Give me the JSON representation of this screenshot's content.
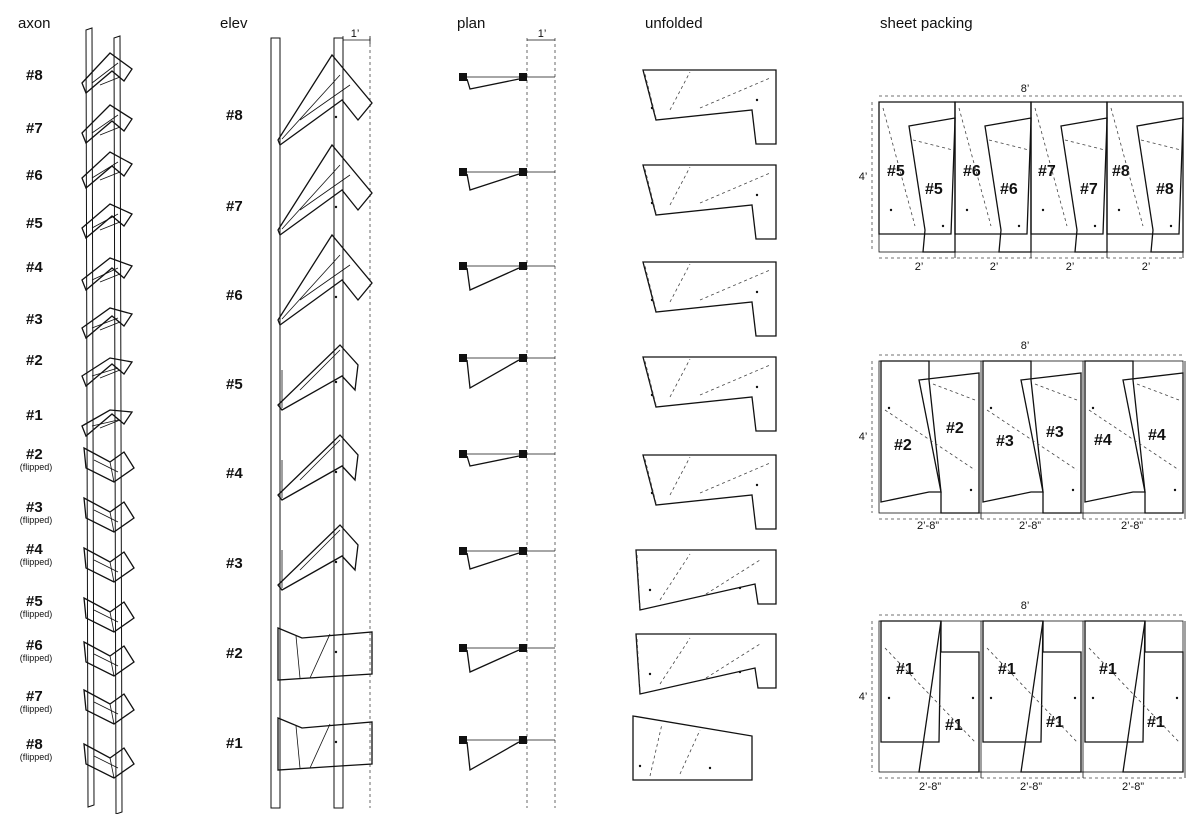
{
  "headers": {
    "axon": "axon",
    "elev": "elev",
    "plan": "plan",
    "unfolded": "unfolded",
    "sheet_packing": "sheet packing"
  },
  "axon_labels": [
    {
      "label": "#8",
      "sub": ""
    },
    {
      "label": "#7",
      "sub": ""
    },
    {
      "label": "#6",
      "sub": ""
    },
    {
      "label": "#5",
      "sub": ""
    },
    {
      "label": "#4",
      "sub": ""
    },
    {
      "label": "#3",
      "sub": ""
    },
    {
      "label": "#2",
      "sub": ""
    },
    {
      "label": "#1",
      "sub": ""
    },
    {
      "label": "#2",
      "sub": "(flipped)"
    },
    {
      "label": "#3",
      "sub": "(flipped)"
    },
    {
      "label": "#4",
      "sub": "(flipped)"
    },
    {
      "label": "#5",
      "sub": "(flipped)"
    },
    {
      "label": "#6",
      "sub": "(flipped)"
    },
    {
      "label": "#7",
      "sub": "(flipped)"
    },
    {
      "label": "#8",
      "sub": "(flipped)"
    }
  ],
  "elev_labels": [
    "#8",
    "#7",
    "#6",
    "#5",
    "#4",
    "#3",
    "#2",
    "#1"
  ],
  "dims": {
    "elev_one_foot": "1’",
    "plan_one_foot": "1’",
    "sheet_width": "8’",
    "sheet_height": "4’",
    "part_width_a": "2’",
    "part_width_b": "2’-8”"
  },
  "sheets": [
    {
      "top_dim": "8’",
      "side_dim": "4’",
      "bottom_dims": [
        "2’",
        "2’",
        "2’",
        "2’"
      ],
      "part_labels": [
        "#5",
        "#5",
        "#6",
        "#6",
        "#7",
        "#7",
        "#8",
        "#8"
      ]
    },
    {
      "top_dim": "8’",
      "side_dim": "4’",
      "bottom_dims": [
        "2’-8”",
        "2’-8”",
        "2’-8”"
      ],
      "part_labels": [
        "#2",
        "#2",
        "#3",
        "#3",
        "#4",
        "#4"
      ]
    },
    {
      "top_dim": "8’",
      "side_dim": "4’",
      "bottom_dims": [
        "2’-8”",
        "2’-8”",
        "2’-8”"
      ],
      "part_labels": [
        "#1",
        "#1",
        "#1",
        "#1",
        "#1",
        "#1"
      ]
    }
  ]
}
